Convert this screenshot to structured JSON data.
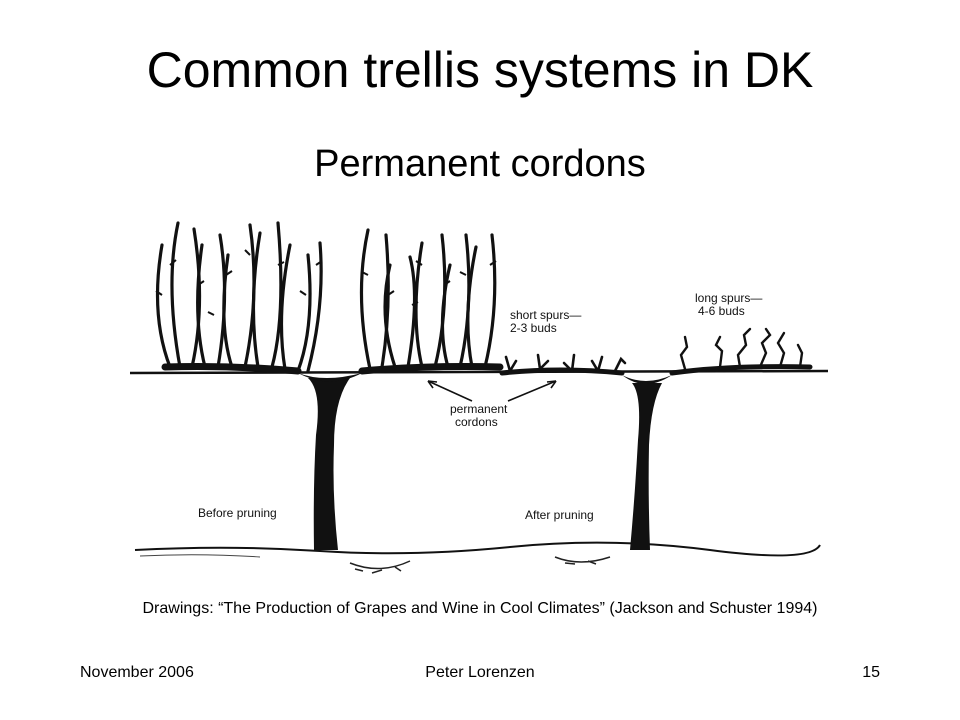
{
  "slide": {
    "title": "Common trellis systems in DK",
    "subtitle": "Permanent cordons",
    "credit": "Drawings: “The Production of Grapes and Wine in Cool Climates” (Jackson and Schuster 1994)"
  },
  "figure": {
    "labels": {
      "short_spurs_line1": "short spurs—",
      "short_spurs_line2": "2-3 buds",
      "long_spurs_line1": "long spurs—",
      "long_spurs_line2": "4-6 buds",
      "permanent_line1": "permanent",
      "permanent_line2": "cordons",
      "before_pruning": "Before pruning",
      "after_pruning": "After pruning"
    }
  },
  "footer": {
    "date": "November 2006",
    "author": "Peter Lorenzen",
    "page_number": "15"
  }
}
